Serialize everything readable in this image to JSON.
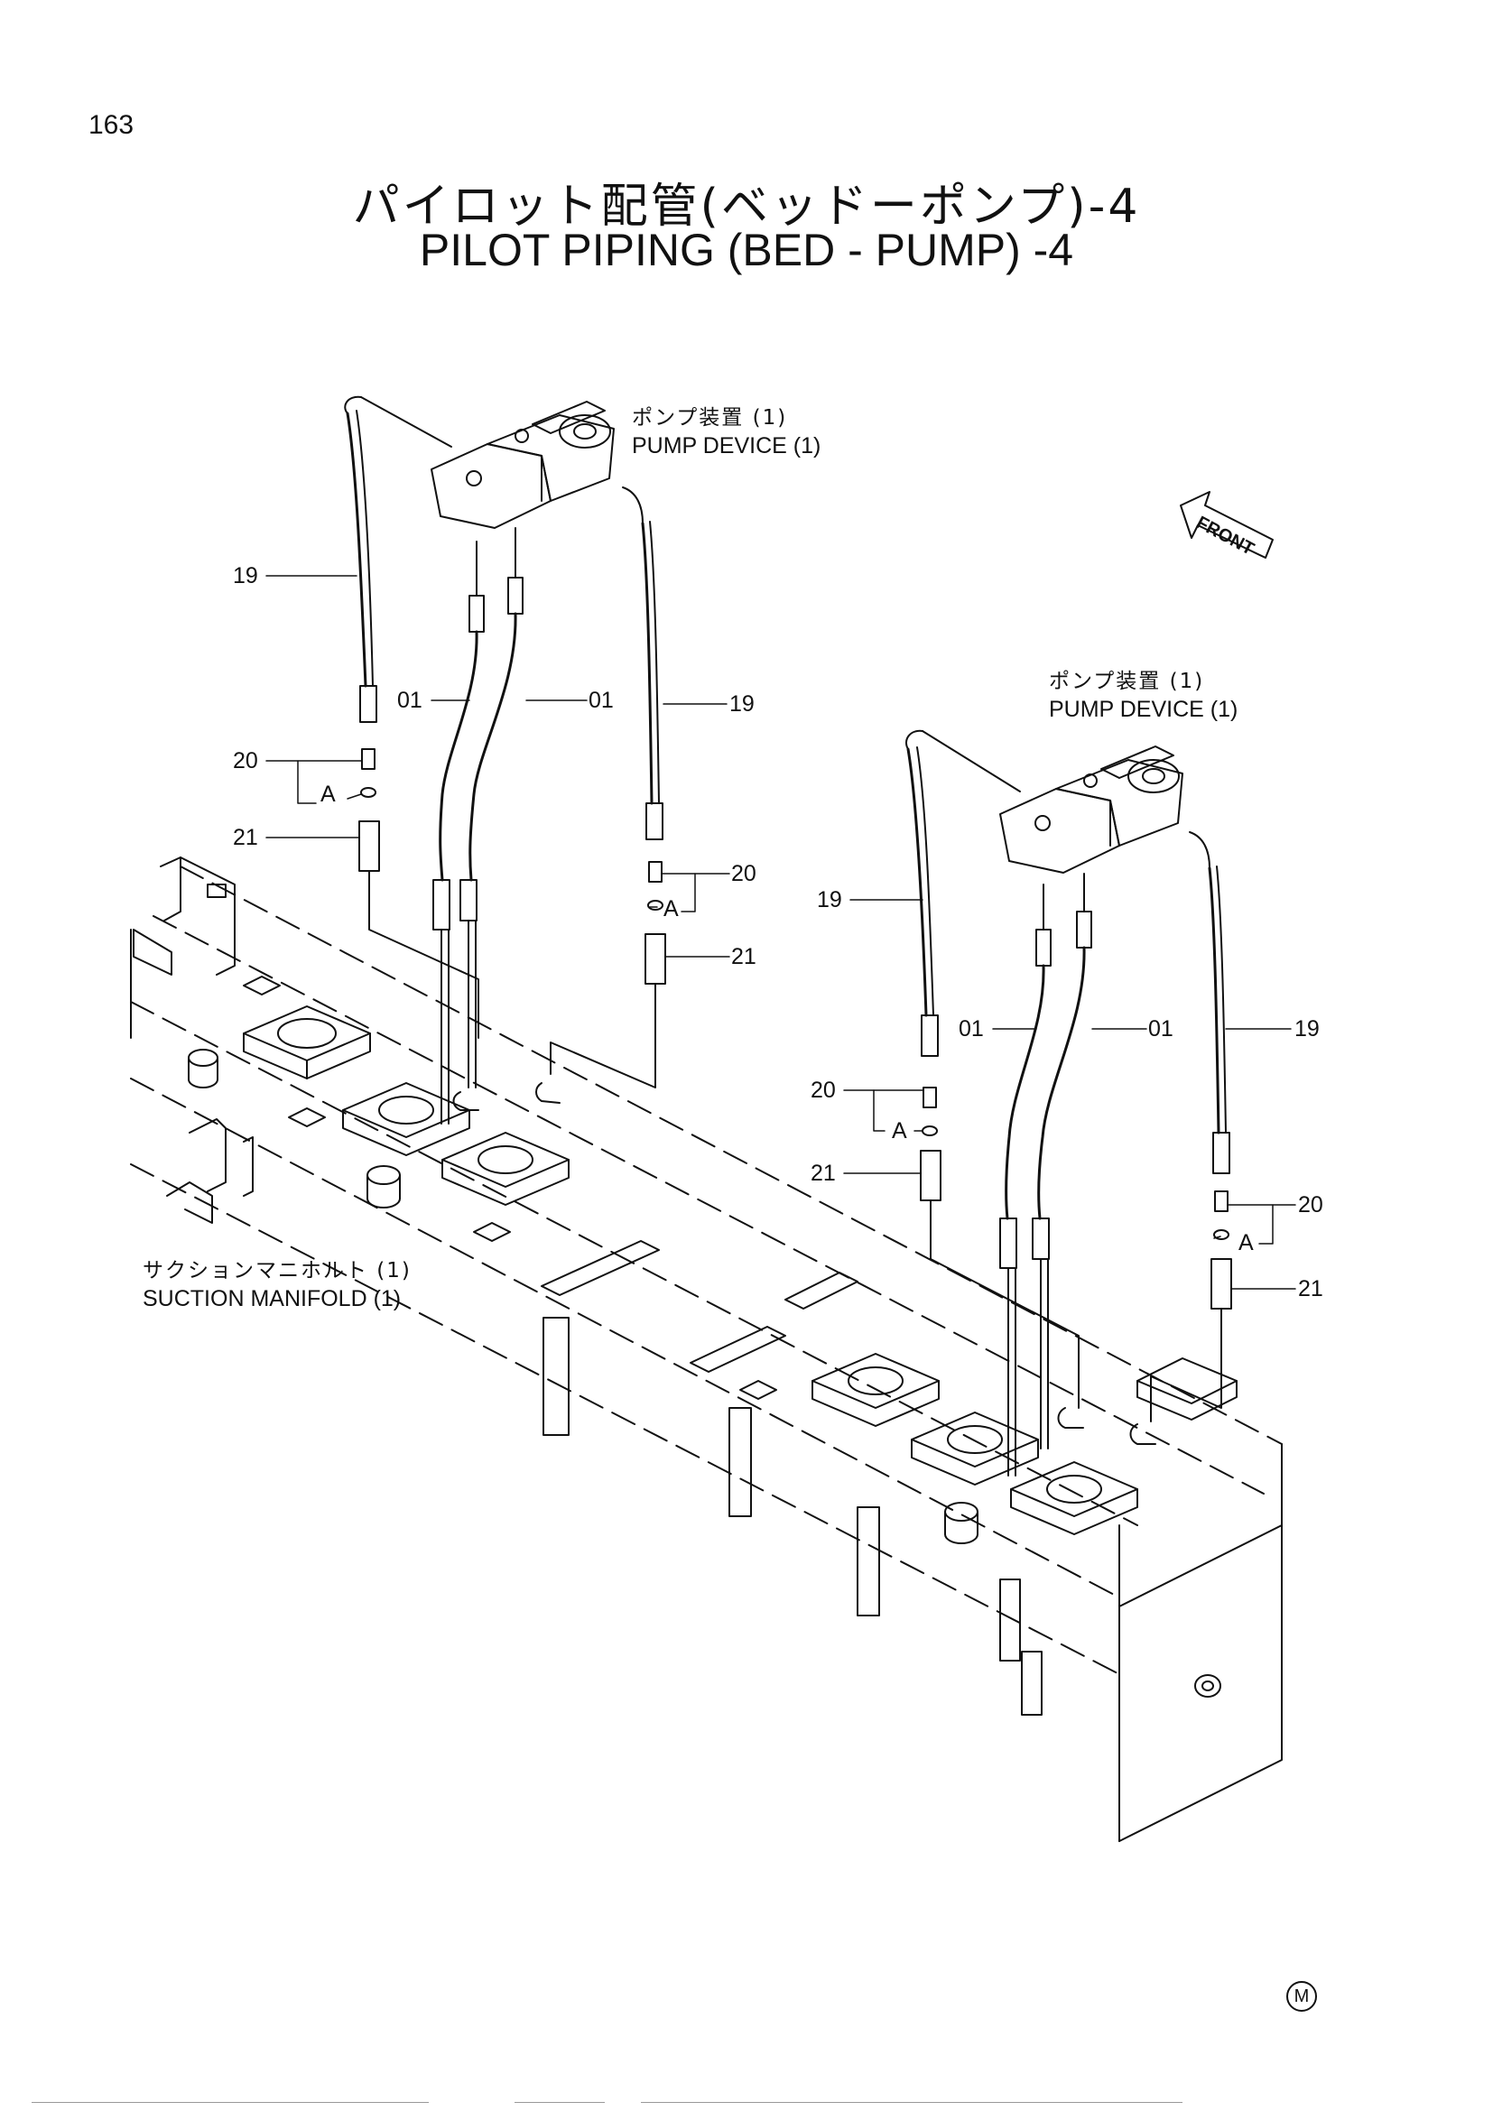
{
  "page_number": "163",
  "title_ja": "パイロット配管(ベッドーポンプ)-4",
  "title_en": "PILOT   PIPING (BED - PUMP) -4",
  "front_label": "FRONT",
  "pump_device_left": {
    "ja": "ポンプ装置 (1)",
    "en": "PUMP DEVICE (1)"
  },
  "pump_device_right": {
    "ja": "ポンプ装置 (1)",
    "en": "PUMP DEVICE (1)"
  },
  "suction_manifold": {
    "ja": "サクションマニホルト (1)",
    "en": "SUCTION MANIFOLD (1)"
  },
  "callouts_left": {
    "c19a": "19",
    "c01a": "01",
    "c01b": "01",
    "c19b": "19",
    "c20a": "20",
    "cAa": "A",
    "c21a": "21",
    "c20b": "20",
    "cAb": "A",
    "c21b": "21"
  },
  "callouts_right": {
    "c19a": "19",
    "c01a": "01",
    "c01b": "01",
    "c19b": "19",
    "c20a": "20",
    "cAa": "A",
    "c21a": "21",
    "c20b": "20",
    "cAb": "A",
    "c21b": "21"
  },
  "corner_mark": "M"
}
